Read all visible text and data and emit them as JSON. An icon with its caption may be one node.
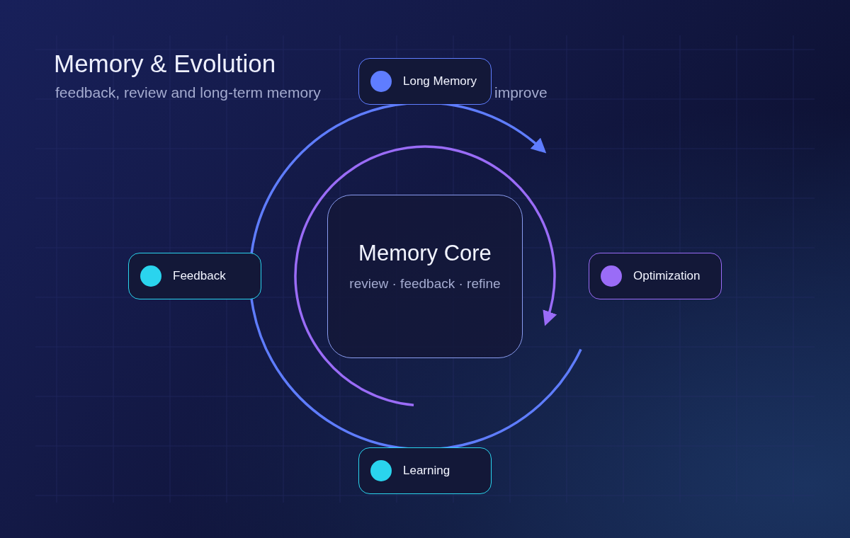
{
  "diagram": {
    "title": "Memory & Evolution",
    "nodes": [
      {
        "text": [
          "Long Memory"
        ]
      },
      {
        "text": [
          "Feedback"
        ]
      },
      {
        "text": [
          "Memory Core",
          "review · feedback · refine"
        ]
      },
      {
        "text": [
          "Optimization"
        ]
      },
      {
        "text": [
          "Learning"
        ]
      }
    ],
    "labels": [
      "feedback, review and long-term memory",
      "improve"
    ]
  }
}
